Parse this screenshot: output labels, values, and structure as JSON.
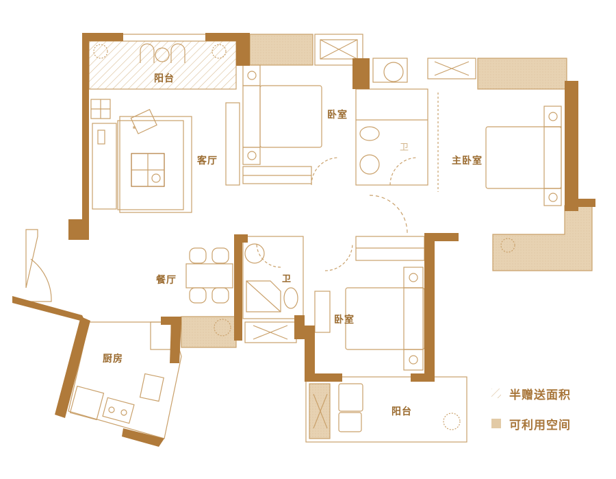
{
  "plan": {
    "colors": {
      "wall": "#b07a3a",
      "line": "#c9a06a",
      "half_gift_hatch": "#d9bd95",
      "usable_fill": "#e7d2b2",
      "label": "#9a6a2e"
    },
    "rooms": [
      {
        "id": "balcony-top",
        "label": "阳台"
      },
      {
        "id": "living-room",
        "label": "客厅"
      },
      {
        "id": "bedroom-north",
        "label": "卧室"
      },
      {
        "id": "bathroom-master",
        "label": "卫"
      },
      {
        "id": "master-bedroom",
        "label": "主卧室"
      },
      {
        "id": "dining-room",
        "label": "餐厅"
      },
      {
        "id": "bathroom-shared",
        "label": "卫"
      },
      {
        "id": "bedroom-south",
        "label": "卧室"
      },
      {
        "id": "kitchen",
        "label": "厨房"
      },
      {
        "id": "balcony-bottom",
        "label": "阳台"
      }
    ]
  },
  "legend": {
    "items": [
      {
        "label": "半赠送面积",
        "pattern": "hatch"
      },
      {
        "label": "可利用空间",
        "pattern": "fill"
      }
    ]
  }
}
